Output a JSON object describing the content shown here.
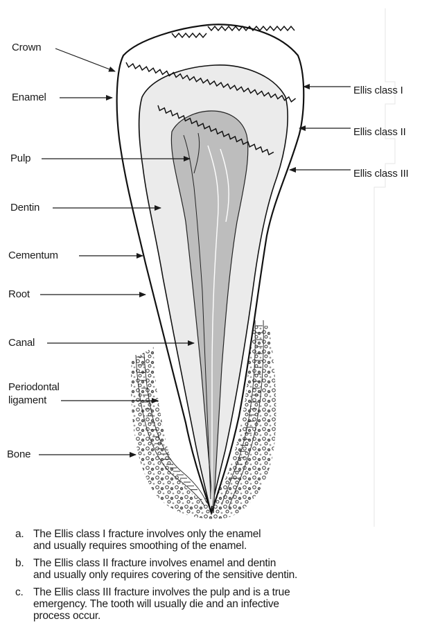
{
  "labels": {
    "crown": "Crown",
    "enamel": "Enamel",
    "pulp": "Pulp",
    "dentin": "Dentin",
    "cementum": "Cementum",
    "root": "Root",
    "canal": "Canal",
    "periodontal_ligament_line1": "Periodontal",
    "periodontal_ligament_line2": "ligament",
    "bone": "Bone"
  },
  "fracture_labels": {
    "class1": "Ellis class I",
    "class2": "Ellis class II",
    "class3": "Ellis class III"
  },
  "notes": [
    {
      "letter": "a.",
      "text": "The Ellis class I fracture involves only the enamel\nand usually requires smoothing of the enamel."
    },
    {
      "letter": "b.",
      "text": "The Ellis class II fracture involves enamel and dentin\nand usually only requires covering of the sensitive dentin."
    },
    {
      "letter": "c.",
      "text": "The Ellis class III fracture involves the pulp and is a true\nemergency. The tooth will usually die and an infective\nprocess occur."
    }
  ]
}
